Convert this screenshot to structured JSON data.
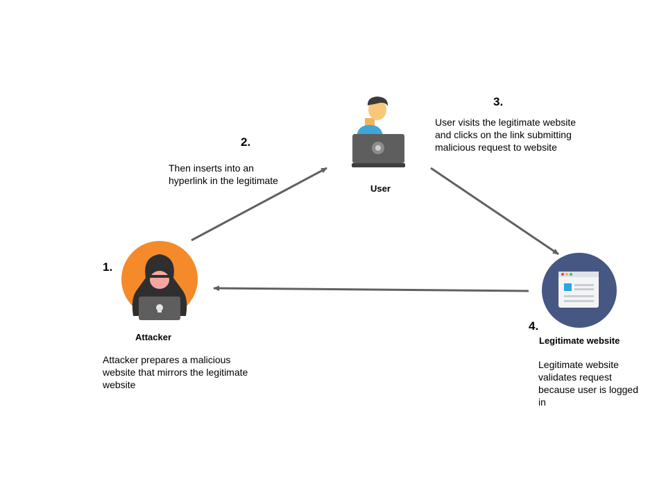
{
  "colors": {
    "arrow": "#606060",
    "attacker_circle": "#f48a2a",
    "website_circle": "#475783",
    "user_skin": "#f8c77a",
    "user_hair": "#3b3b3b",
    "user_shirt": "#3fa7d6",
    "laptop": "#5e5e5e"
  },
  "icons": {
    "attacker": "hooded-hacker-icon",
    "user": "user-with-laptop-icon",
    "website": "browser-window-icon"
  },
  "steps": {
    "s1": {
      "number": "1."
    },
    "s2": {
      "number": "2.",
      "lines": [
        "Then inserts into an",
        "hyperlink in the legitimate"
      ]
    },
    "s3": {
      "number": "3.",
      "lines": [
        "User visits the legitimate website",
        "and clicks on the link submitting",
        "malicious request to website"
      ]
    },
    "s4": {
      "number": "4."
    }
  },
  "nodes": {
    "user": {
      "label": "User"
    },
    "attacker": {
      "label": "Attacker",
      "lines": [
        "Attacker prepares a malicious",
        "website that mirrors the legitimate",
        "website"
      ]
    },
    "website": {
      "label": "Legitimate website",
      "lines": [
        "Legitimate website",
        "validates request",
        "because user is logged",
        "in"
      ]
    }
  }
}
